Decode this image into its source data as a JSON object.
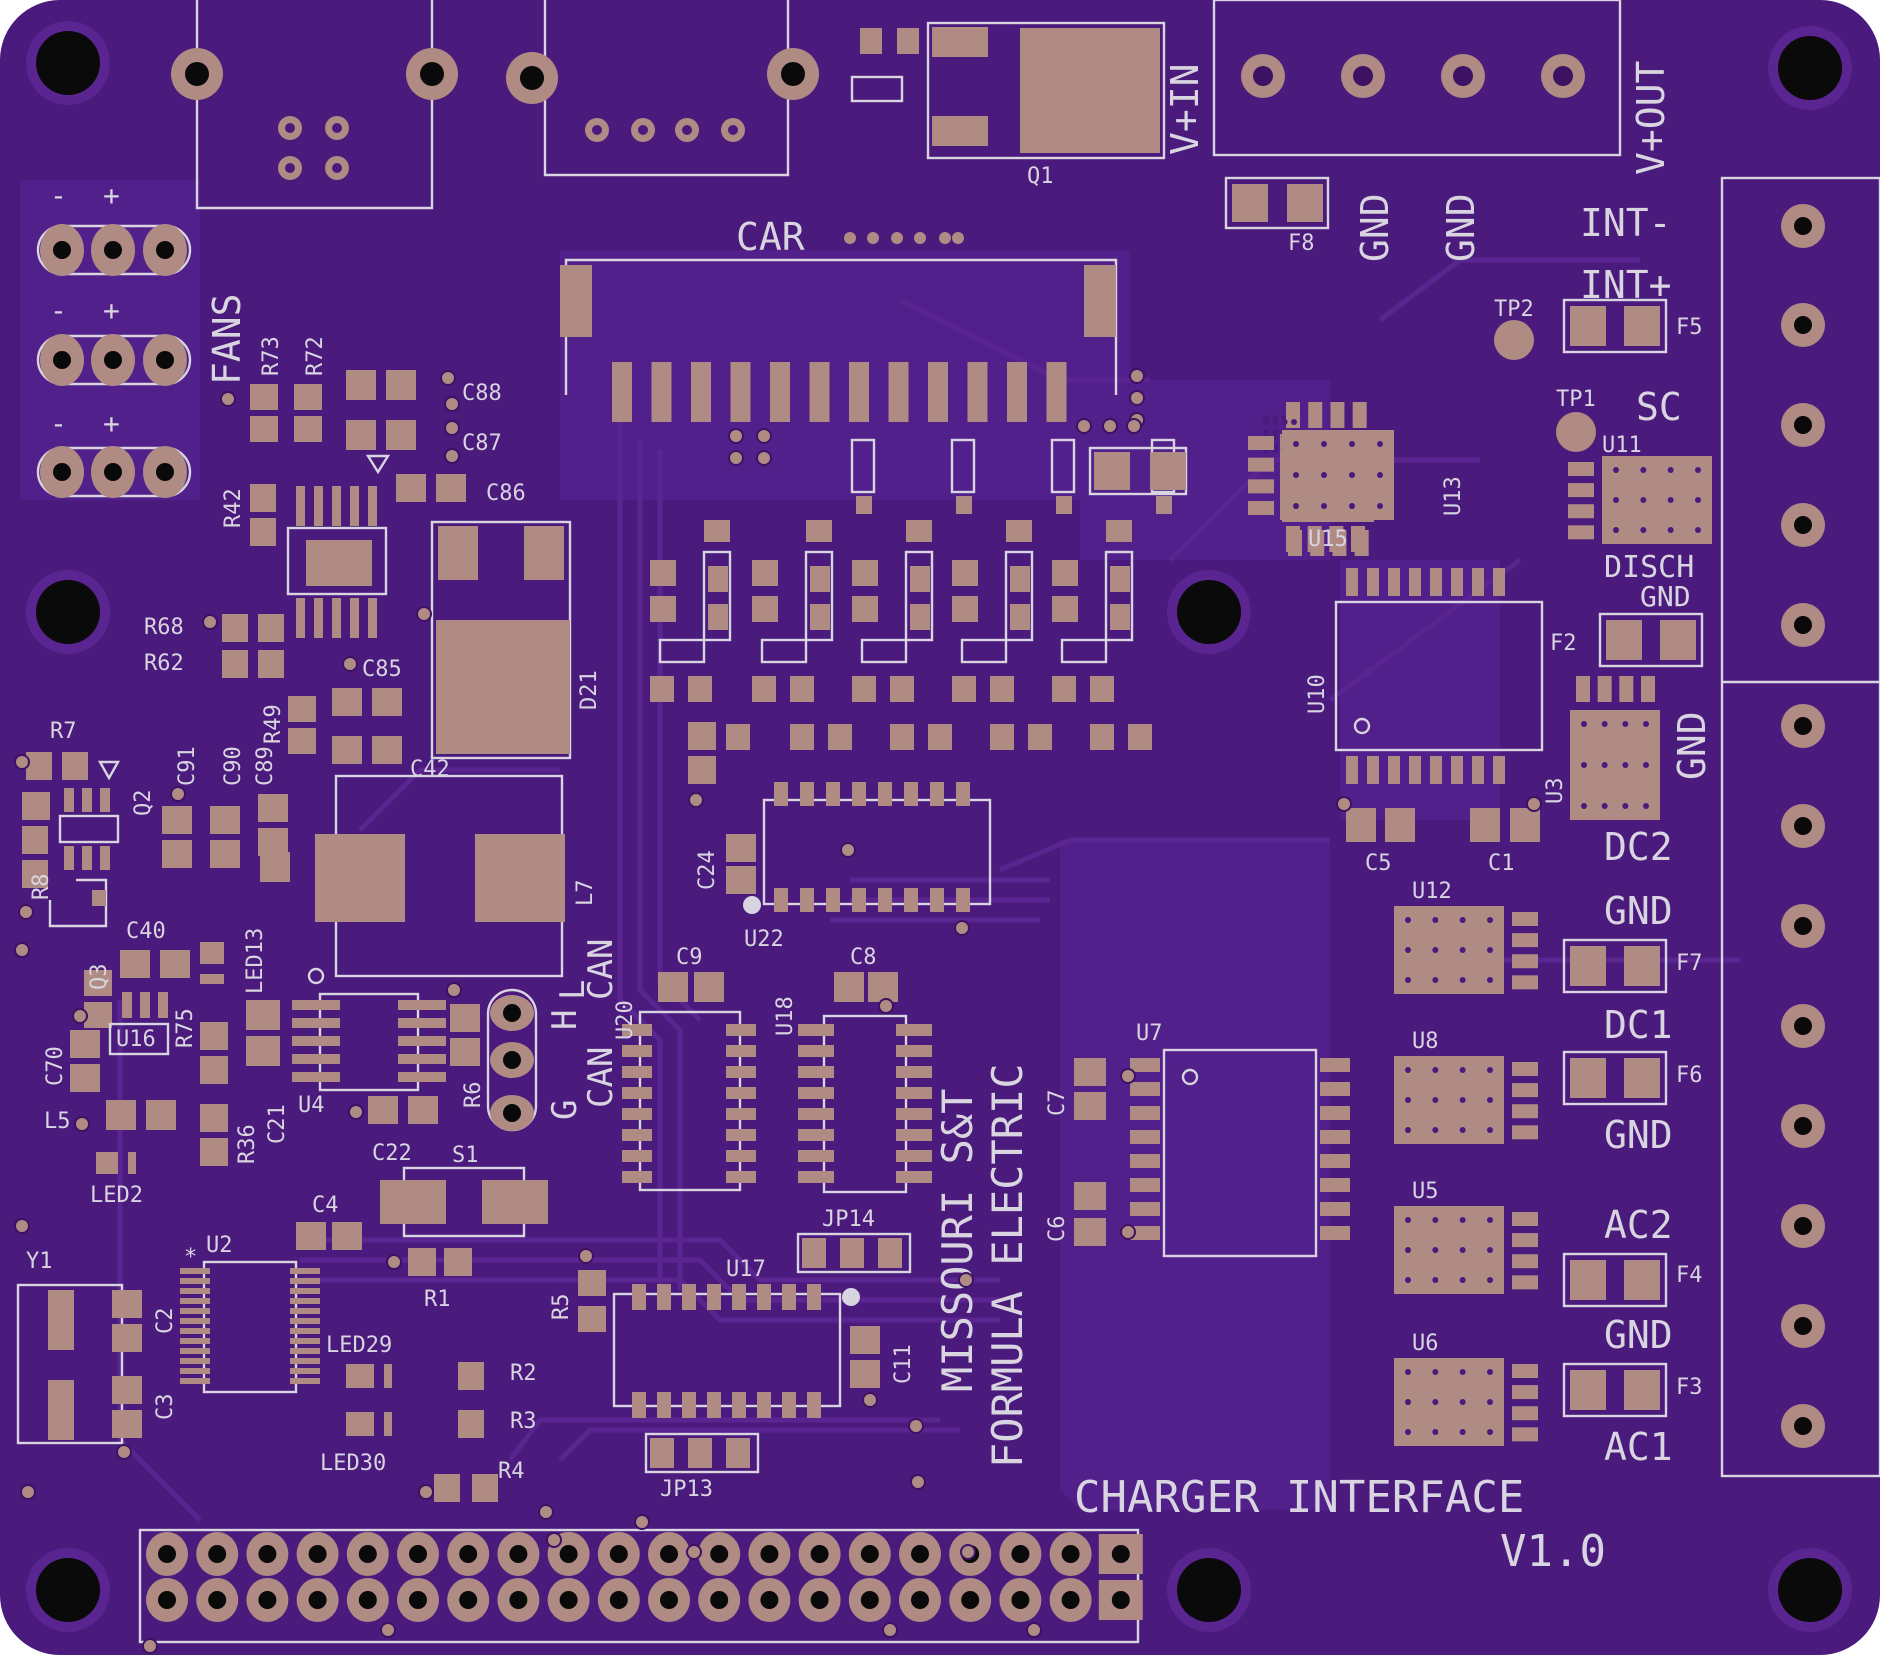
{
  "board": {
    "title": "CHARGER INTERFACE",
    "version": "V1.0",
    "team_line1": "MISSOURI S&T",
    "team_line2": "FORMULA ELECTRIC"
  },
  "colors": {
    "board": "#4a1a7c",
    "copper_trace": "#5a2590",
    "pad": "#b08b84",
    "silkscreen": "#d8d4e0",
    "mounting_hole": "#0a0a0a"
  },
  "connectors": {
    "car": "CAR",
    "fans": "FANS",
    "can_high": "H",
    "can": "CAN",
    "can_low": "L",
    "g_top": "G",
    "g_bottom": "G",
    "v_in": "V+IN",
    "v_out": "V+OUT",
    "gnd": "GND",
    "minus": "-",
    "plus": "+"
  },
  "terminal_labels": {
    "int_minus": "INT-",
    "int_plus": "INT+",
    "sc": "SC",
    "disch": "DISCH",
    "disch_gnd": "GND",
    "gnd_side": "GND",
    "dc2": "DC2",
    "gnd_a": "GND",
    "dc1": "DC1",
    "gnd_b": "GND",
    "ac2": "AC2",
    "gnd_c": "GND",
    "ac1": "AC1"
  },
  "refdes": {
    "q1": "Q1",
    "f8": "F8",
    "f5": "F5",
    "tp2": "TP2",
    "tp1": "TP1",
    "u11": "U11",
    "u13": "U13",
    "u15": "U15",
    "u10": "U10",
    "f2": "F2",
    "u3": "U3",
    "c5": "C5",
    "c1": "C1",
    "u12": "U12",
    "f7": "F7",
    "u8": "U8",
    "f6": "F6",
    "u5": "U5",
    "f4": "F4",
    "u6": "U6",
    "f3": "F3",
    "u7": "U7",
    "c7": "C7",
    "c6": "C6",
    "r73": "R73",
    "r72": "R72",
    "c88": "C88",
    "c87": "C87",
    "c86": "C86",
    "r42": "R42",
    "r68": "R68",
    "r62": "R62",
    "c85": "C85",
    "r49": "R49",
    "d21": "D21",
    "r7": "R7",
    "c91": "C91",
    "c90": "C90",
    "c89": "C89",
    "c42": "C42",
    "q2": "Q2",
    "r8": "R8",
    "l7": "L7",
    "c40": "C40",
    "q3": "Q3",
    "led13": "LED13",
    "u16": "U16",
    "r75": "R75",
    "c70": "C70",
    "l5": "L5",
    "r36": "R36",
    "c21": "C21",
    "u4": "U4",
    "r6": "R6",
    "c22": "C22",
    "led2": "LED2",
    "c24": "C24",
    "u22": "U22",
    "u20": "U20",
    "c9": "C9",
    "u18": "U18",
    "c8": "C8",
    "s1": "S1",
    "c4": "C4",
    "u2": "U2",
    "y1": "Y1",
    "c2": "C2",
    "c3": "C3",
    "r1": "R1",
    "led29": "LED29",
    "r2": "R2",
    "r3": "R3",
    "led30": "LED30",
    "r4": "R4",
    "r5": "R5",
    "u17": "U17",
    "c11": "C11",
    "jp14": "JP14",
    "jp13": "JP13"
  }
}
